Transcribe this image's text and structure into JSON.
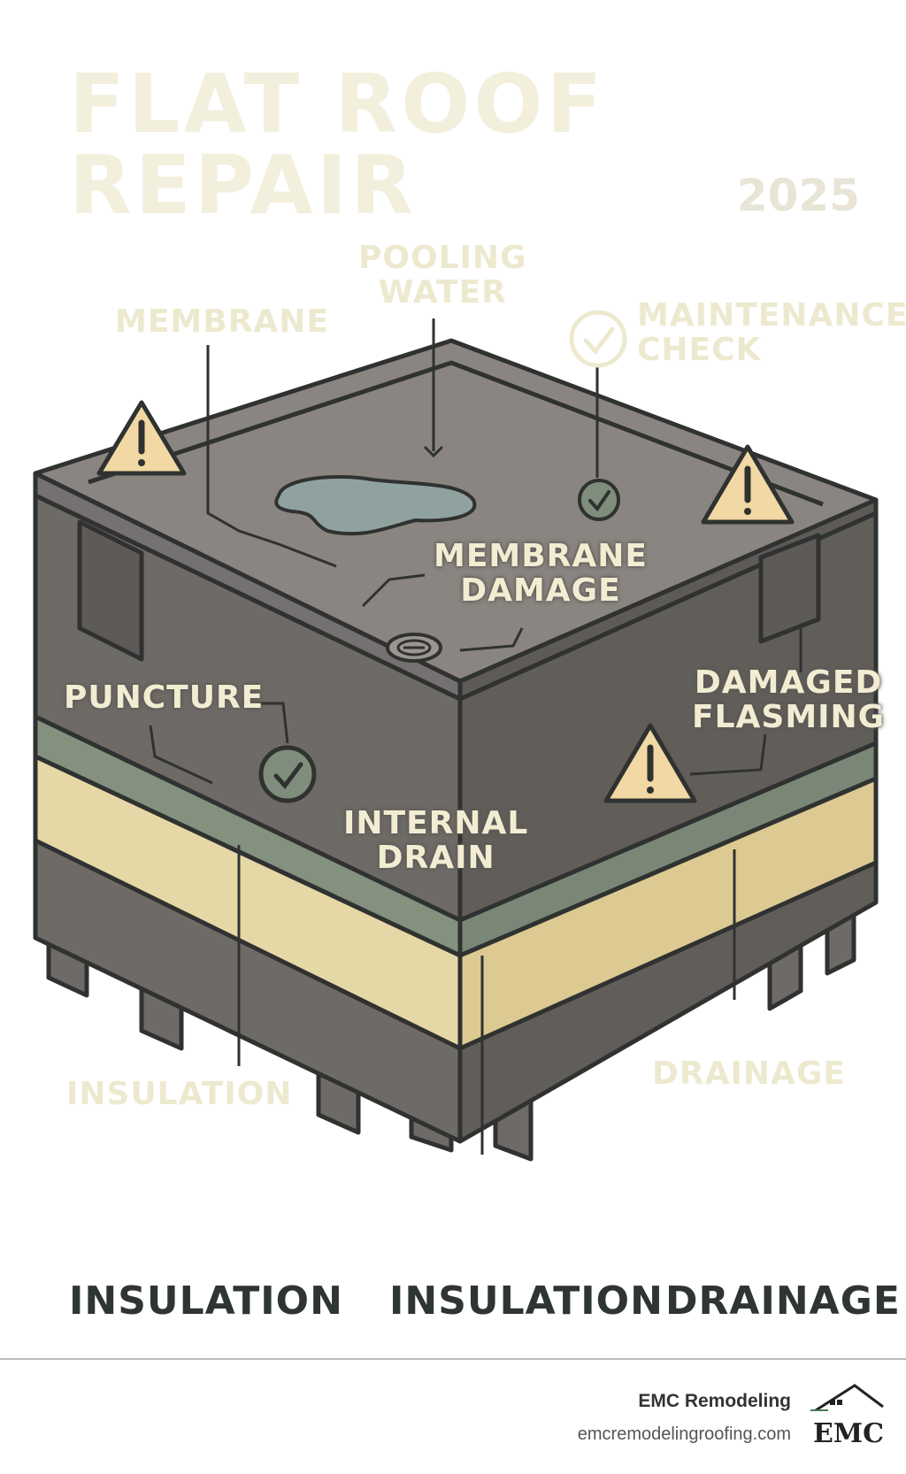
{
  "header": {
    "title": "FLAT ROOF REPAIR",
    "year": "2025"
  },
  "callouts": {
    "membrane": "MEMBRANE",
    "pooling_water": "POOLING\nWATER",
    "maintenance_check": "MAINTENANCE\nCHECK",
    "membrane_damage": "MEMBRANE\nDAMAGE",
    "puncture": "PUNCTURE",
    "damaged_flashing": "DAMAGED\nFLASMING",
    "internal_drain": "INTERNAL\nDRAIN",
    "insulation": "INSULATION",
    "drainage": "DRAINAGE"
  },
  "bottom_labels": [
    "INSULATION",
    "INSULATION",
    "DRAINAGE"
  ],
  "footer": {
    "company": "EMC Remodeling",
    "url": "emcremodelingroofing.com",
    "logo_text": "EMC"
  },
  "icons": [
    "warning-icon",
    "check-circle-icon",
    "roof-drain-icon",
    "house-roof-icon"
  ],
  "colors": {
    "roof_surface": "#8a8580",
    "structure_dark": "#6e6a66",
    "outline": "#2f3230",
    "membrane_green": "#84917f",
    "insulation_tan": "#e6d7a6",
    "warning_fill": "#f1d8a4",
    "water": "#8fa2a0"
  }
}
